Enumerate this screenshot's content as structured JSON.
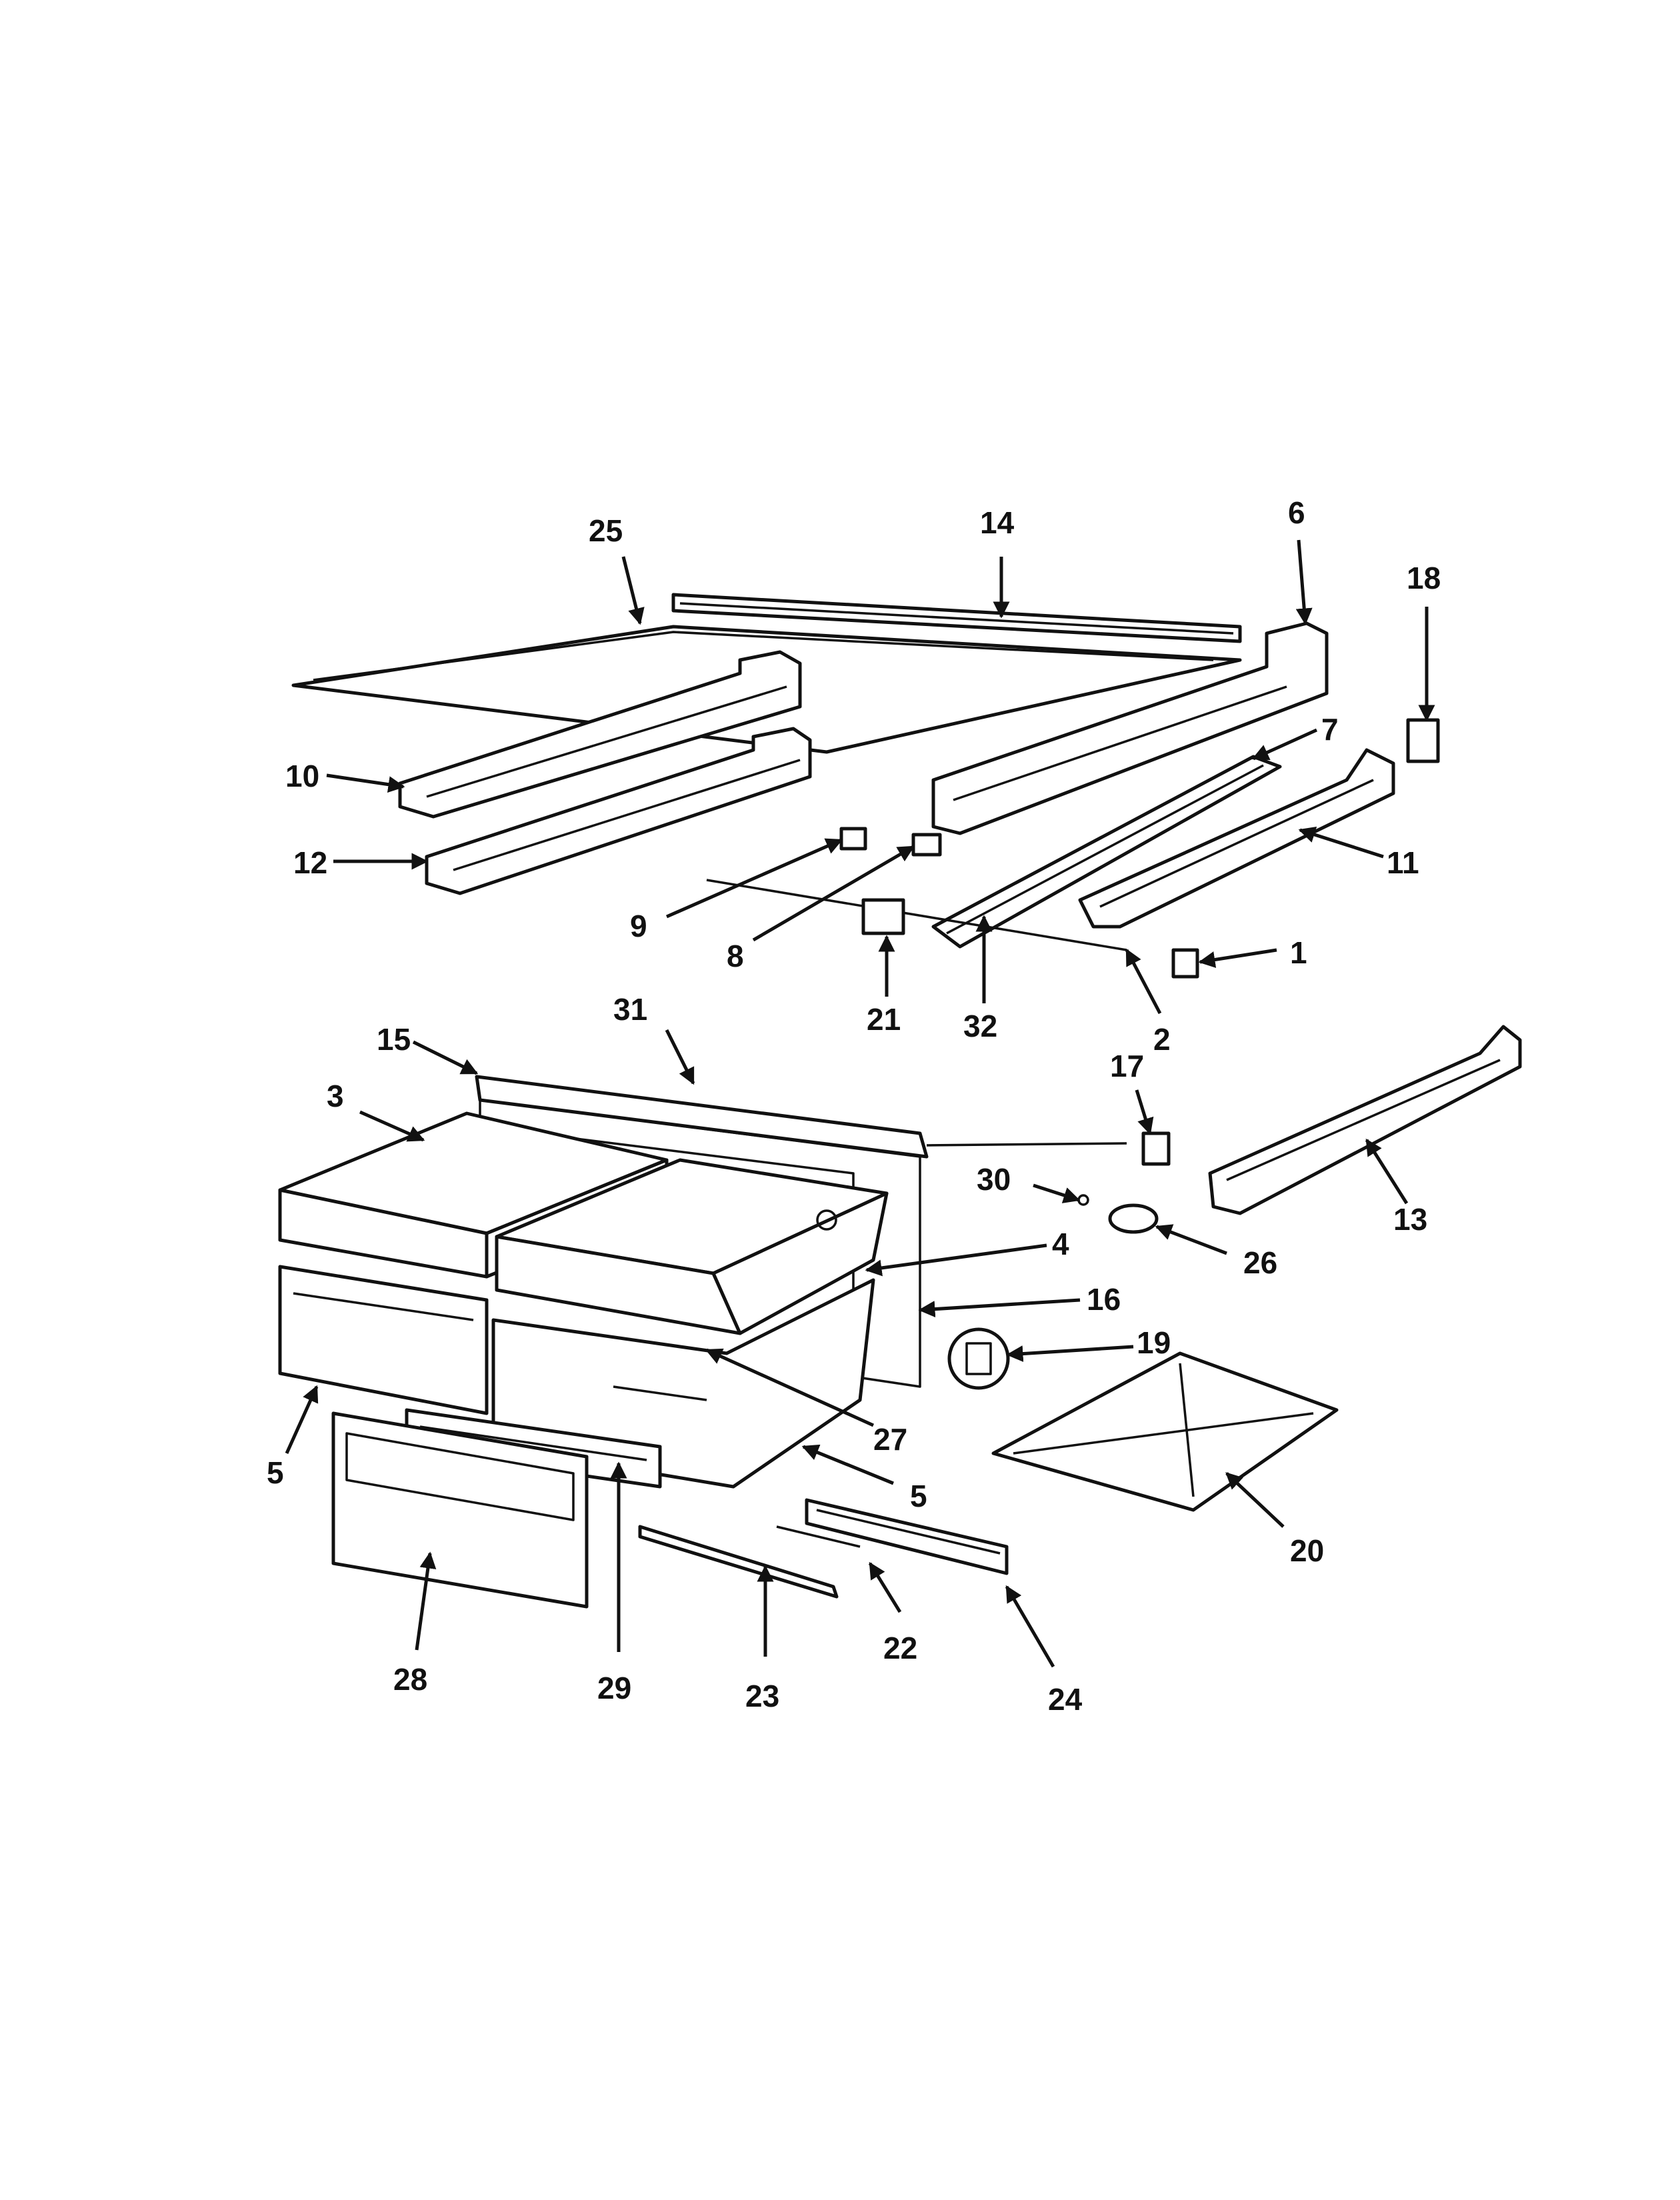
{
  "diagram": {
    "callouts": [
      {
        "id": "c25",
        "label": "25"
      },
      {
        "id": "c14",
        "label": "14"
      },
      {
        "id": "c6",
        "label": "6"
      },
      {
        "id": "c18",
        "label": "18"
      },
      {
        "id": "c10",
        "label": "10"
      },
      {
        "id": "c7",
        "label": "7"
      },
      {
        "id": "c12",
        "label": "12"
      },
      {
        "id": "c11",
        "label": "11"
      },
      {
        "id": "c9",
        "label": "9"
      },
      {
        "id": "c8",
        "label": "8"
      },
      {
        "id": "c1",
        "label": "1"
      },
      {
        "id": "c21",
        "label": "21"
      },
      {
        "id": "c32",
        "label": "32"
      },
      {
        "id": "c2",
        "label": "2"
      },
      {
        "id": "c31",
        "label": "31"
      },
      {
        "id": "c15",
        "label": "15"
      },
      {
        "id": "c17",
        "label": "17"
      },
      {
        "id": "c3",
        "label": "3"
      },
      {
        "id": "c30",
        "label": "30"
      },
      {
        "id": "c13",
        "label": "13"
      },
      {
        "id": "c4",
        "label": "4"
      },
      {
        "id": "c26",
        "label": "26"
      },
      {
        "id": "c16",
        "label": "16"
      },
      {
        "id": "c19",
        "label": "19"
      },
      {
        "id": "c27",
        "label": "27"
      },
      {
        "id": "c5a",
        "label": "5"
      },
      {
        "id": "c5b",
        "label": "5"
      },
      {
        "id": "c20",
        "label": "20"
      },
      {
        "id": "c22",
        "label": "22"
      },
      {
        "id": "c28",
        "label": "28"
      },
      {
        "id": "c29",
        "label": "29"
      },
      {
        "id": "c23",
        "label": "23"
      },
      {
        "id": "c24",
        "label": "24"
      }
    ]
  }
}
